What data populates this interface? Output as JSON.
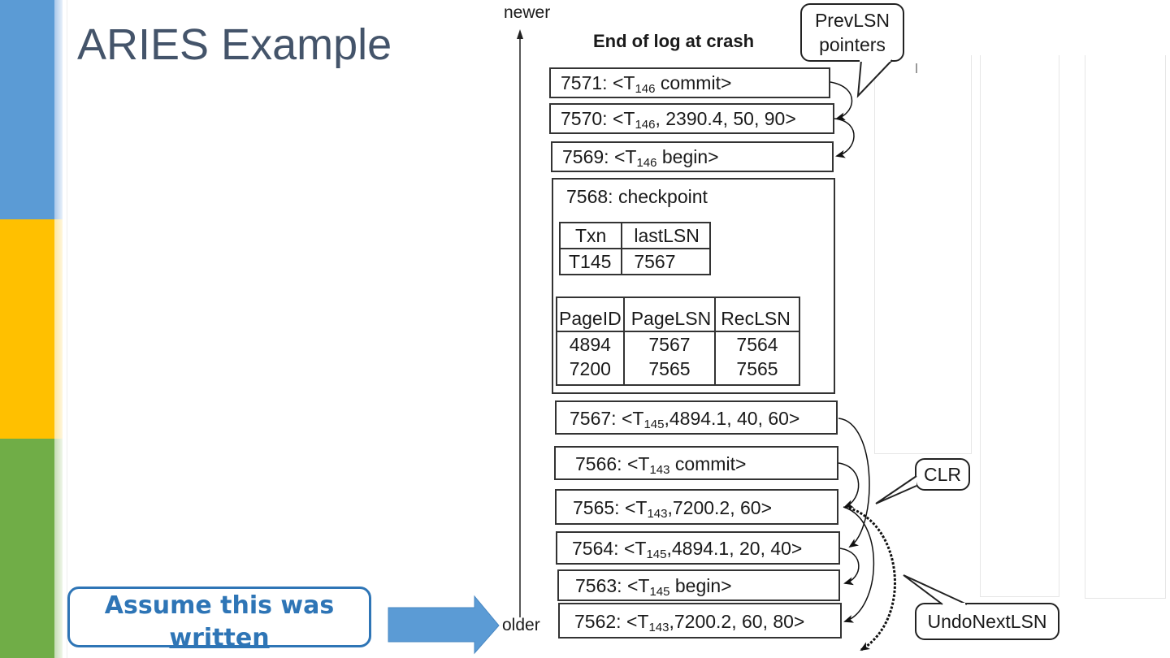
{
  "slide": {
    "title": "ARIES Example",
    "note": {
      "line1": "Assume this was",
      "line2": "written"
    },
    "colors": {
      "band_blue": "#5b9bd5",
      "band_yellow": "#ffc000",
      "band_green": "#70ad47",
      "title": "#44546a",
      "accent": "#2e75b6"
    }
  },
  "diagram": {
    "axis_top": "newer",
    "axis_bottom": "older",
    "heading": "End of log at crash",
    "callouts": {
      "prevlsn_line1": "PrevLSN",
      "prevlsn_line2": "pointers",
      "clr": "CLR",
      "undonext": "UndoNextLSN"
    },
    "records": [
      {
        "lsn": "7571",
        "pre": "<T",
        "sub": "146",
        "post": " commit>"
      },
      {
        "lsn": "7570",
        "pre": "<T",
        "sub": "146",
        "post": ", 2390.4, 50, 90>"
      },
      {
        "lsn": "7569",
        "pre": "<T",
        "sub": "146",
        "post": " begin>"
      },
      {
        "lsn": "7567",
        "pre": "<T",
        "sub": "145",
        "post": ",4894.1, 40, 60>"
      },
      {
        "lsn": "7566",
        "pre": "<T",
        "sub": "143",
        "post": " commit>"
      },
      {
        "lsn": "7565",
        "pre": "<T",
        "sub": "143",
        "post": ",7200.2, 60>"
      },
      {
        "lsn": "7564",
        "pre": "<T",
        "sub": "145",
        "post": ",4894.1, 20, 40>"
      },
      {
        "lsn": "7563",
        "pre": "<T",
        "sub": "145",
        "post": " begin>"
      },
      {
        "lsn": "7562",
        "pre": "<T",
        "sub": "143",
        "post": ",7200.2, 60, 80>"
      }
    ],
    "checkpoint": {
      "label": "7568: checkpoint",
      "txn_table": {
        "headers": [
          "Txn",
          "lastLSN"
        ],
        "rows": [
          [
            "T145",
            "7567"
          ]
        ]
      },
      "dirty_page_table": {
        "headers": [
          "PageID",
          "PageLSN",
          "RecLSN"
        ],
        "rows": [
          [
            "4894",
            "7567",
            "7564"
          ],
          [
            "7200",
            "7565",
            "7565"
          ]
        ]
      }
    }
  }
}
